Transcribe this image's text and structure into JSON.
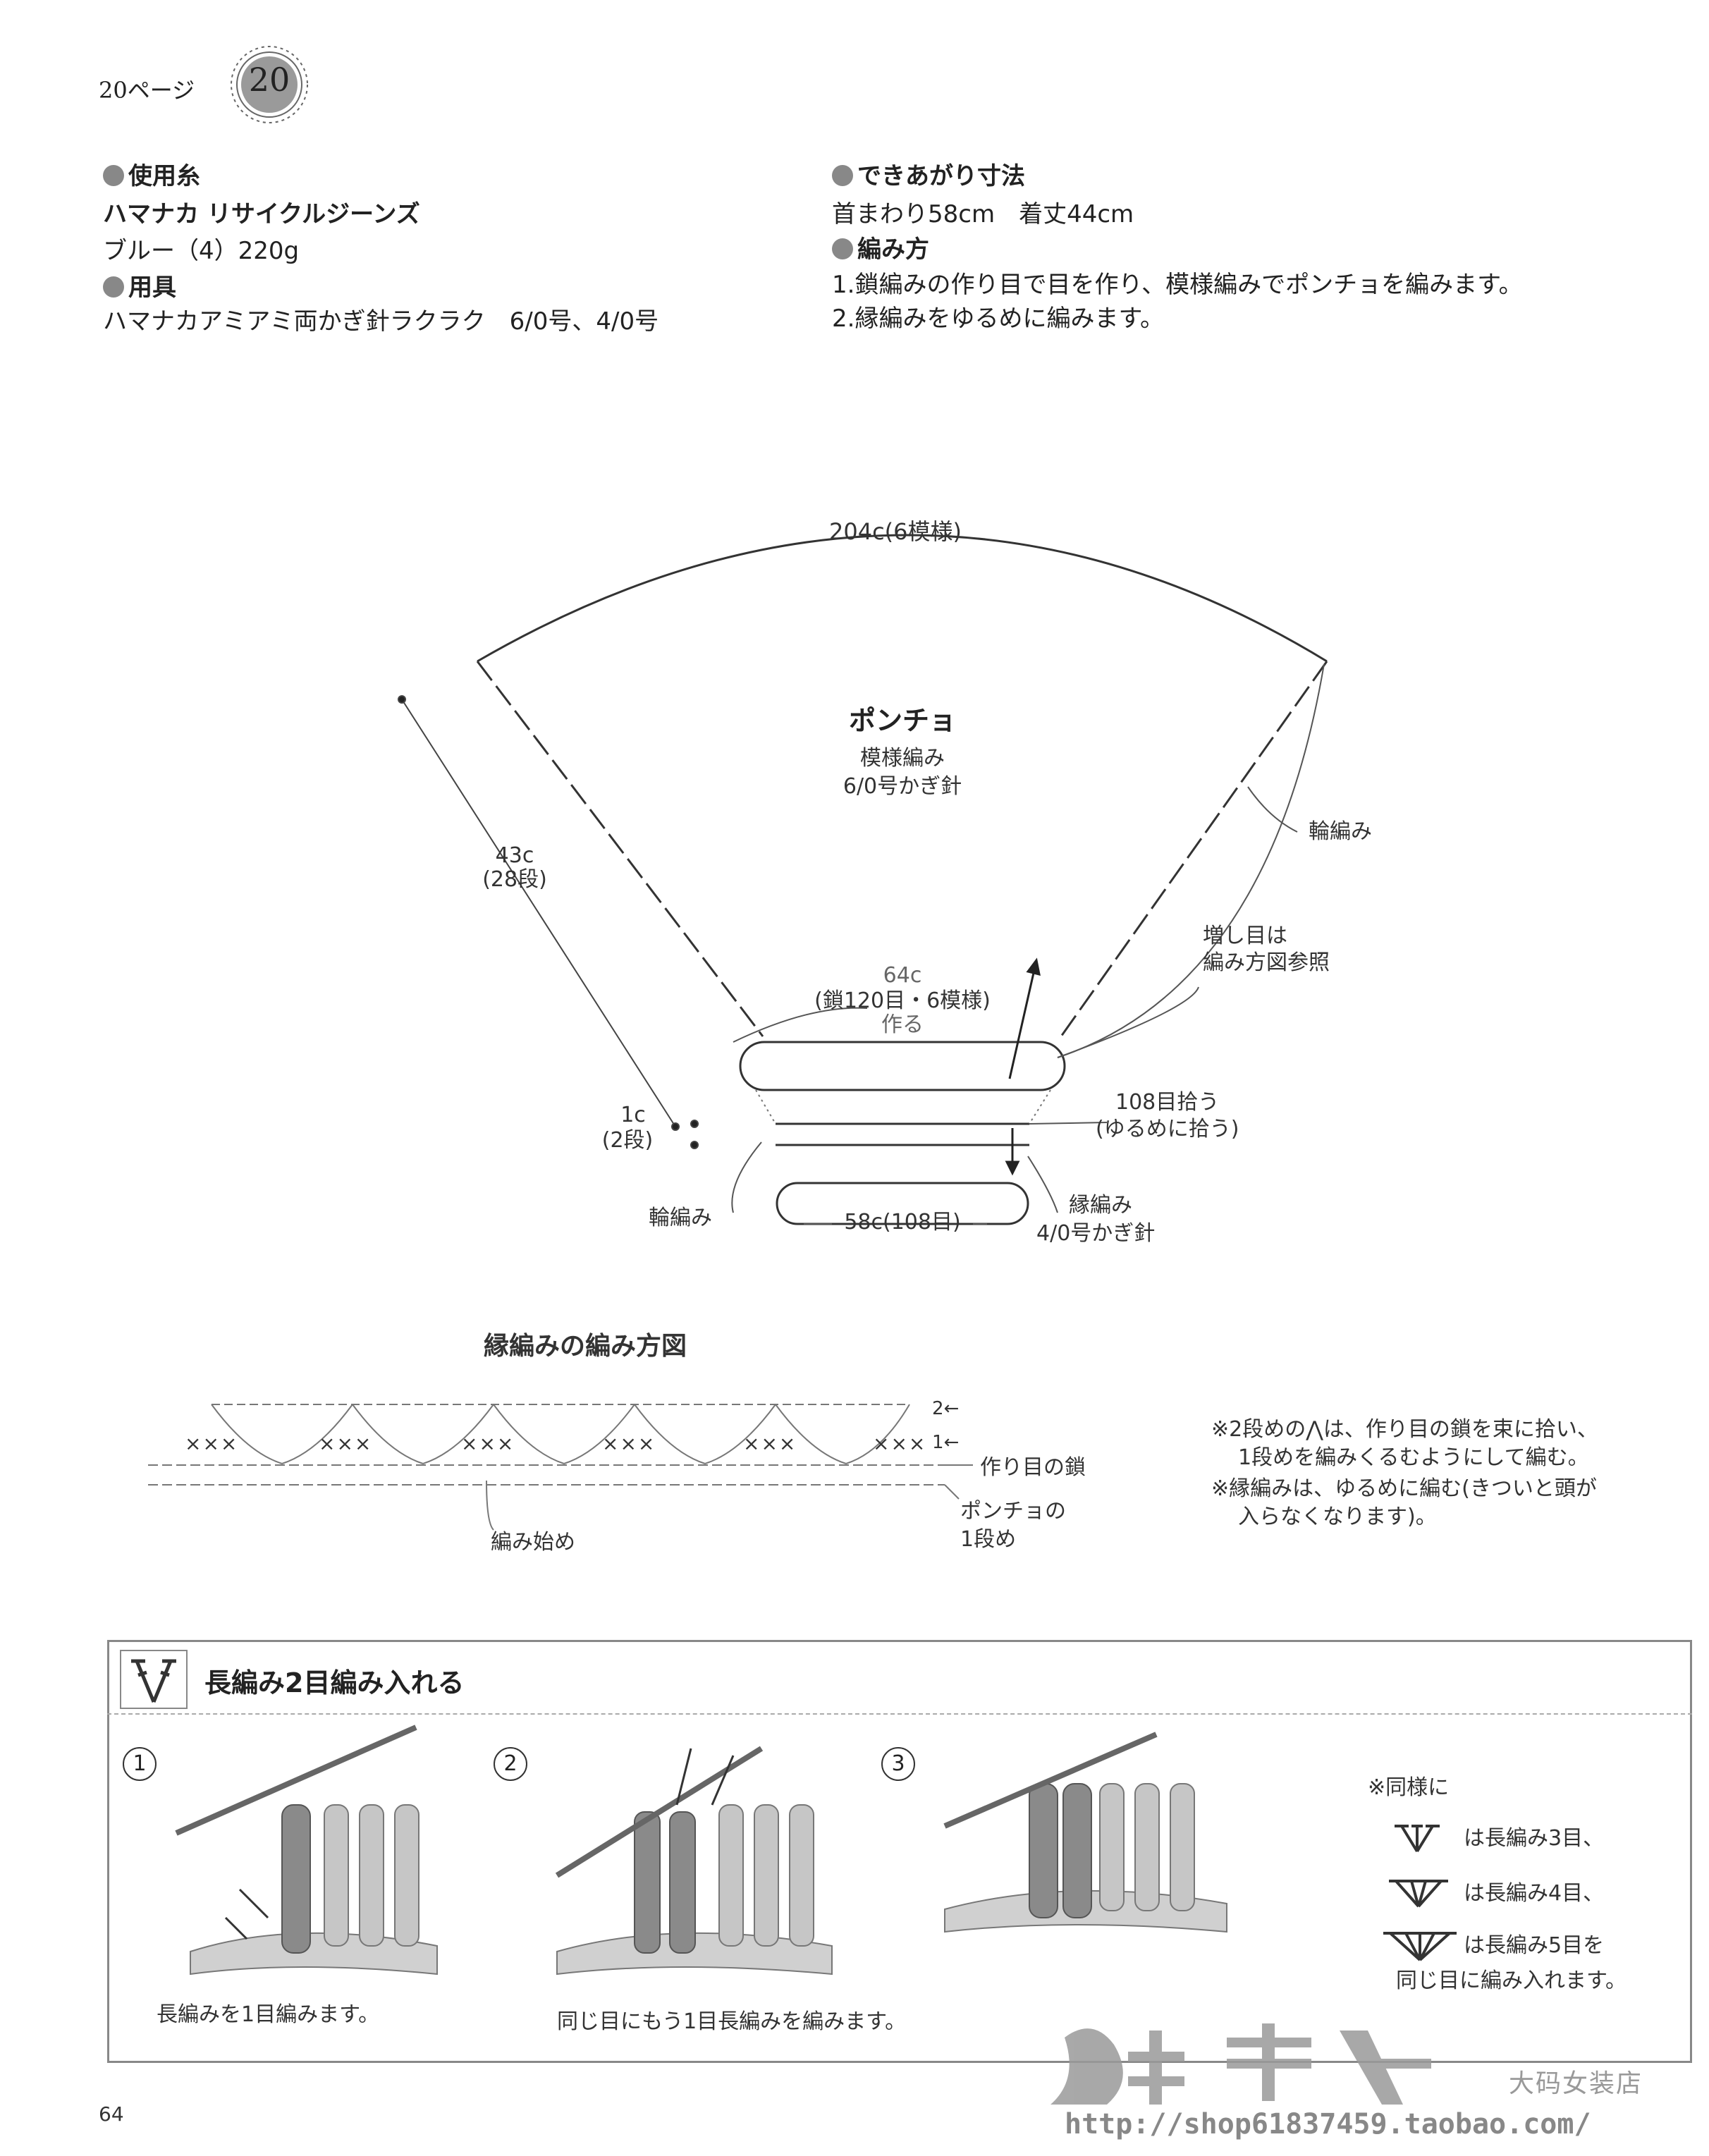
{
  "header": {
    "page_ref": "20ページ",
    "badge_number": "20"
  },
  "materials": {
    "yarn_heading": "使用糸",
    "yarn_name": "ハマナカ リサイクルジーンズ",
    "yarn_color": "ブルー（4）220g",
    "tools_heading": "用具",
    "tools_text": "ハマナカアミアミ両かぎ針ラクラク　6/0号、4/0号"
  },
  "finished": {
    "size_heading": "できあがり寸法",
    "size_text": "首まわり58cm　着丈44cm",
    "method_heading": "編み方",
    "method_step1": "1.鎖編みの作り目で目を作り、模様編みでポンチョを編みます。",
    "method_step2": "2.縁編みをゆるめに編みます。"
  },
  "diagram": {
    "top_width": "204c(6模様)",
    "title": "ポンチョ",
    "pattern": "模様編み",
    "hook": "6/0号かぎ針",
    "round_knit_right": "輪編み",
    "side_length": "43c",
    "side_rows": "(28段)",
    "increase_line1": "増し目は",
    "increase_line2": "編み方図参照",
    "start_width": "64c",
    "start_count": "(鎖120目・6模様)",
    "start_make": "作る",
    "pickup_line1": "108目拾う",
    "pickup_line2": "(ゆるめに拾う)",
    "edge_size": "1c",
    "edge_rows": "(2段)",
    "round_knit_left": "輪編み",
    "bottom_width": "58c(108目)",
    "edging": "縁編み",
    "edging_hook": "4/0号かぎ針"
  },
  "edging_chart": {
    "title": "縁編みの編み方図",
    "row2": "2←",
    "row1": "1←",
    "foundation": "作り目の鎖",
    "poncho_row_line1": "ポンチョの",
    "poncho_row_line2": "1段め",
    "start": "編み始め",
    "note1_line1": "※2段めの⋀は、作り目の鎖を束に拾い、",
    "note1_line2": "1段めを編みくるむようにして編む。",
    "note2_line1": "※縁編みは、ゆるめに編む(きついと頭が",
    "note2_line2": "入らなくなります)。"
  },
  "technique": {
    "title": "長編み2目編み入れる",
    "step1_number": "1",
    "step2_number": "2",
    "step3_number": "3",
    "step1_caption": "長編みを1目編みます。",
    "step2_caption": "同じ目にもう1目長編みを編みます。",
    "note_title": "※同様に",
    "note_line1": "は長編み3目、",
    "note_line2": "は長編み4目、",
    "note_line3": "は長編み5目を",
    "note_line4": "同じ目に編み入れます。"
  },
  "footer": {
    "page_number": "64",
    "watermark_brand": "大码女装店",
    "watermark_url": "http://shop61837459.taobao.com/"
  }
}
